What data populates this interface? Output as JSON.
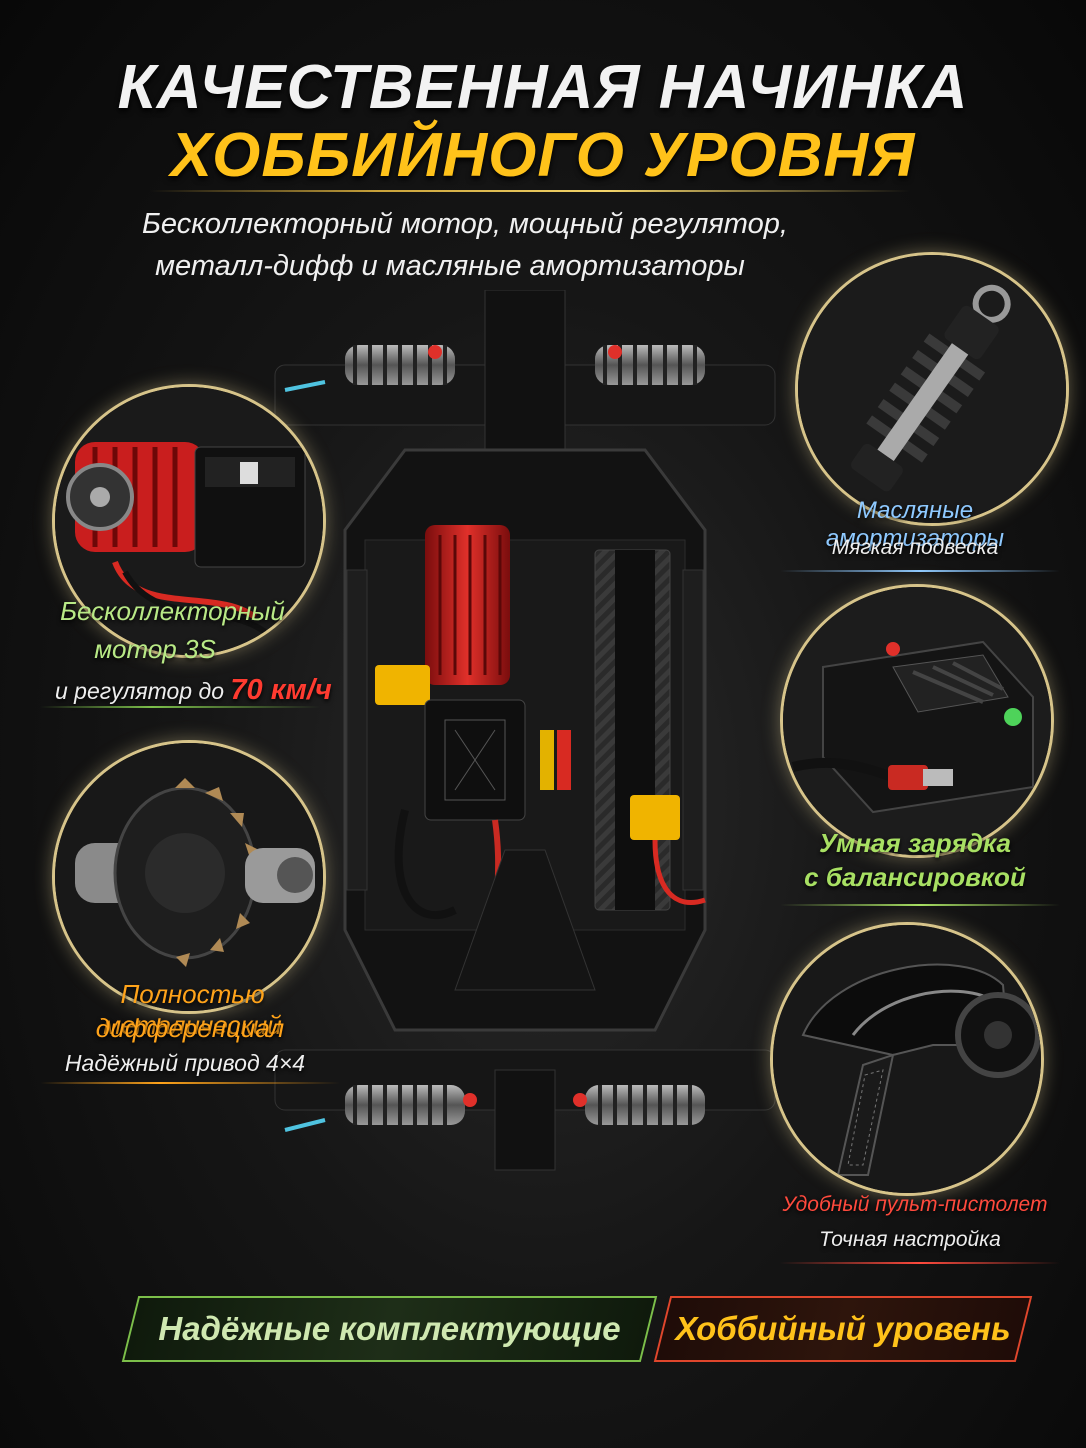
{
  "header": {
    "title_line1": "КАЧЕСТВЕННАЯ НАЧИНКА",
    "title_line2": "ХОББИЙНОГО УРОВНЯ",
    "subtitle_line1": "Бесколлекторный мотор, мощный регулятор,",
    "subtitle_line2": "металл-дифф и масляные амортизаторы"
  },
  "features": {
    "motor": {
      "line1": "Бесколлекторный",
      "line2": "мотор 3S",
      "line3_prefix": "и регулятор до",
      "line3_highlight": "70 км/ч",
      "color": "#b8e986",
      "highlight_color": "#ff3b30"
    },
    "diff": {
      "line1": "Полностью металический",
      "line2": "дифференциал",
      "line3": "Надёжный привод 4×4",
      "color": "#ffa31a"
    },
    "shocks": {
      "title": "Масляные амортизаторы",
      "subtitle": "Мягкая подвеска",
      "color": "#8ec9ff"
    },
    "charger": {
      "line1": "Умная зарядка",
      "line2": "с балансировкой",
      "color": "#a8e063"
    },
    "remote": {
      "title": "Удобный пульт-пистолет",
      "subtitle": "Точная настройка",
      "color": "#ff4a3d"
    }
  },
  "badges": {
    "left": {
      "label": "Надёжные комплектующие",
      "color": "#cfe8b0",
      "border": "#7cbf4a"
    },
    "right": {
      "label": "Хоббийный уровень",
      "color": "#ffc21a",
      "border": "#e0462c"
    }
  },
  "icons": [
    "motor-esc-image",
    "differential-image",
    "shock-absorber-image",
    "charger-image",
    "remote-controller-image",
    "chassis-image"
  ]
}
